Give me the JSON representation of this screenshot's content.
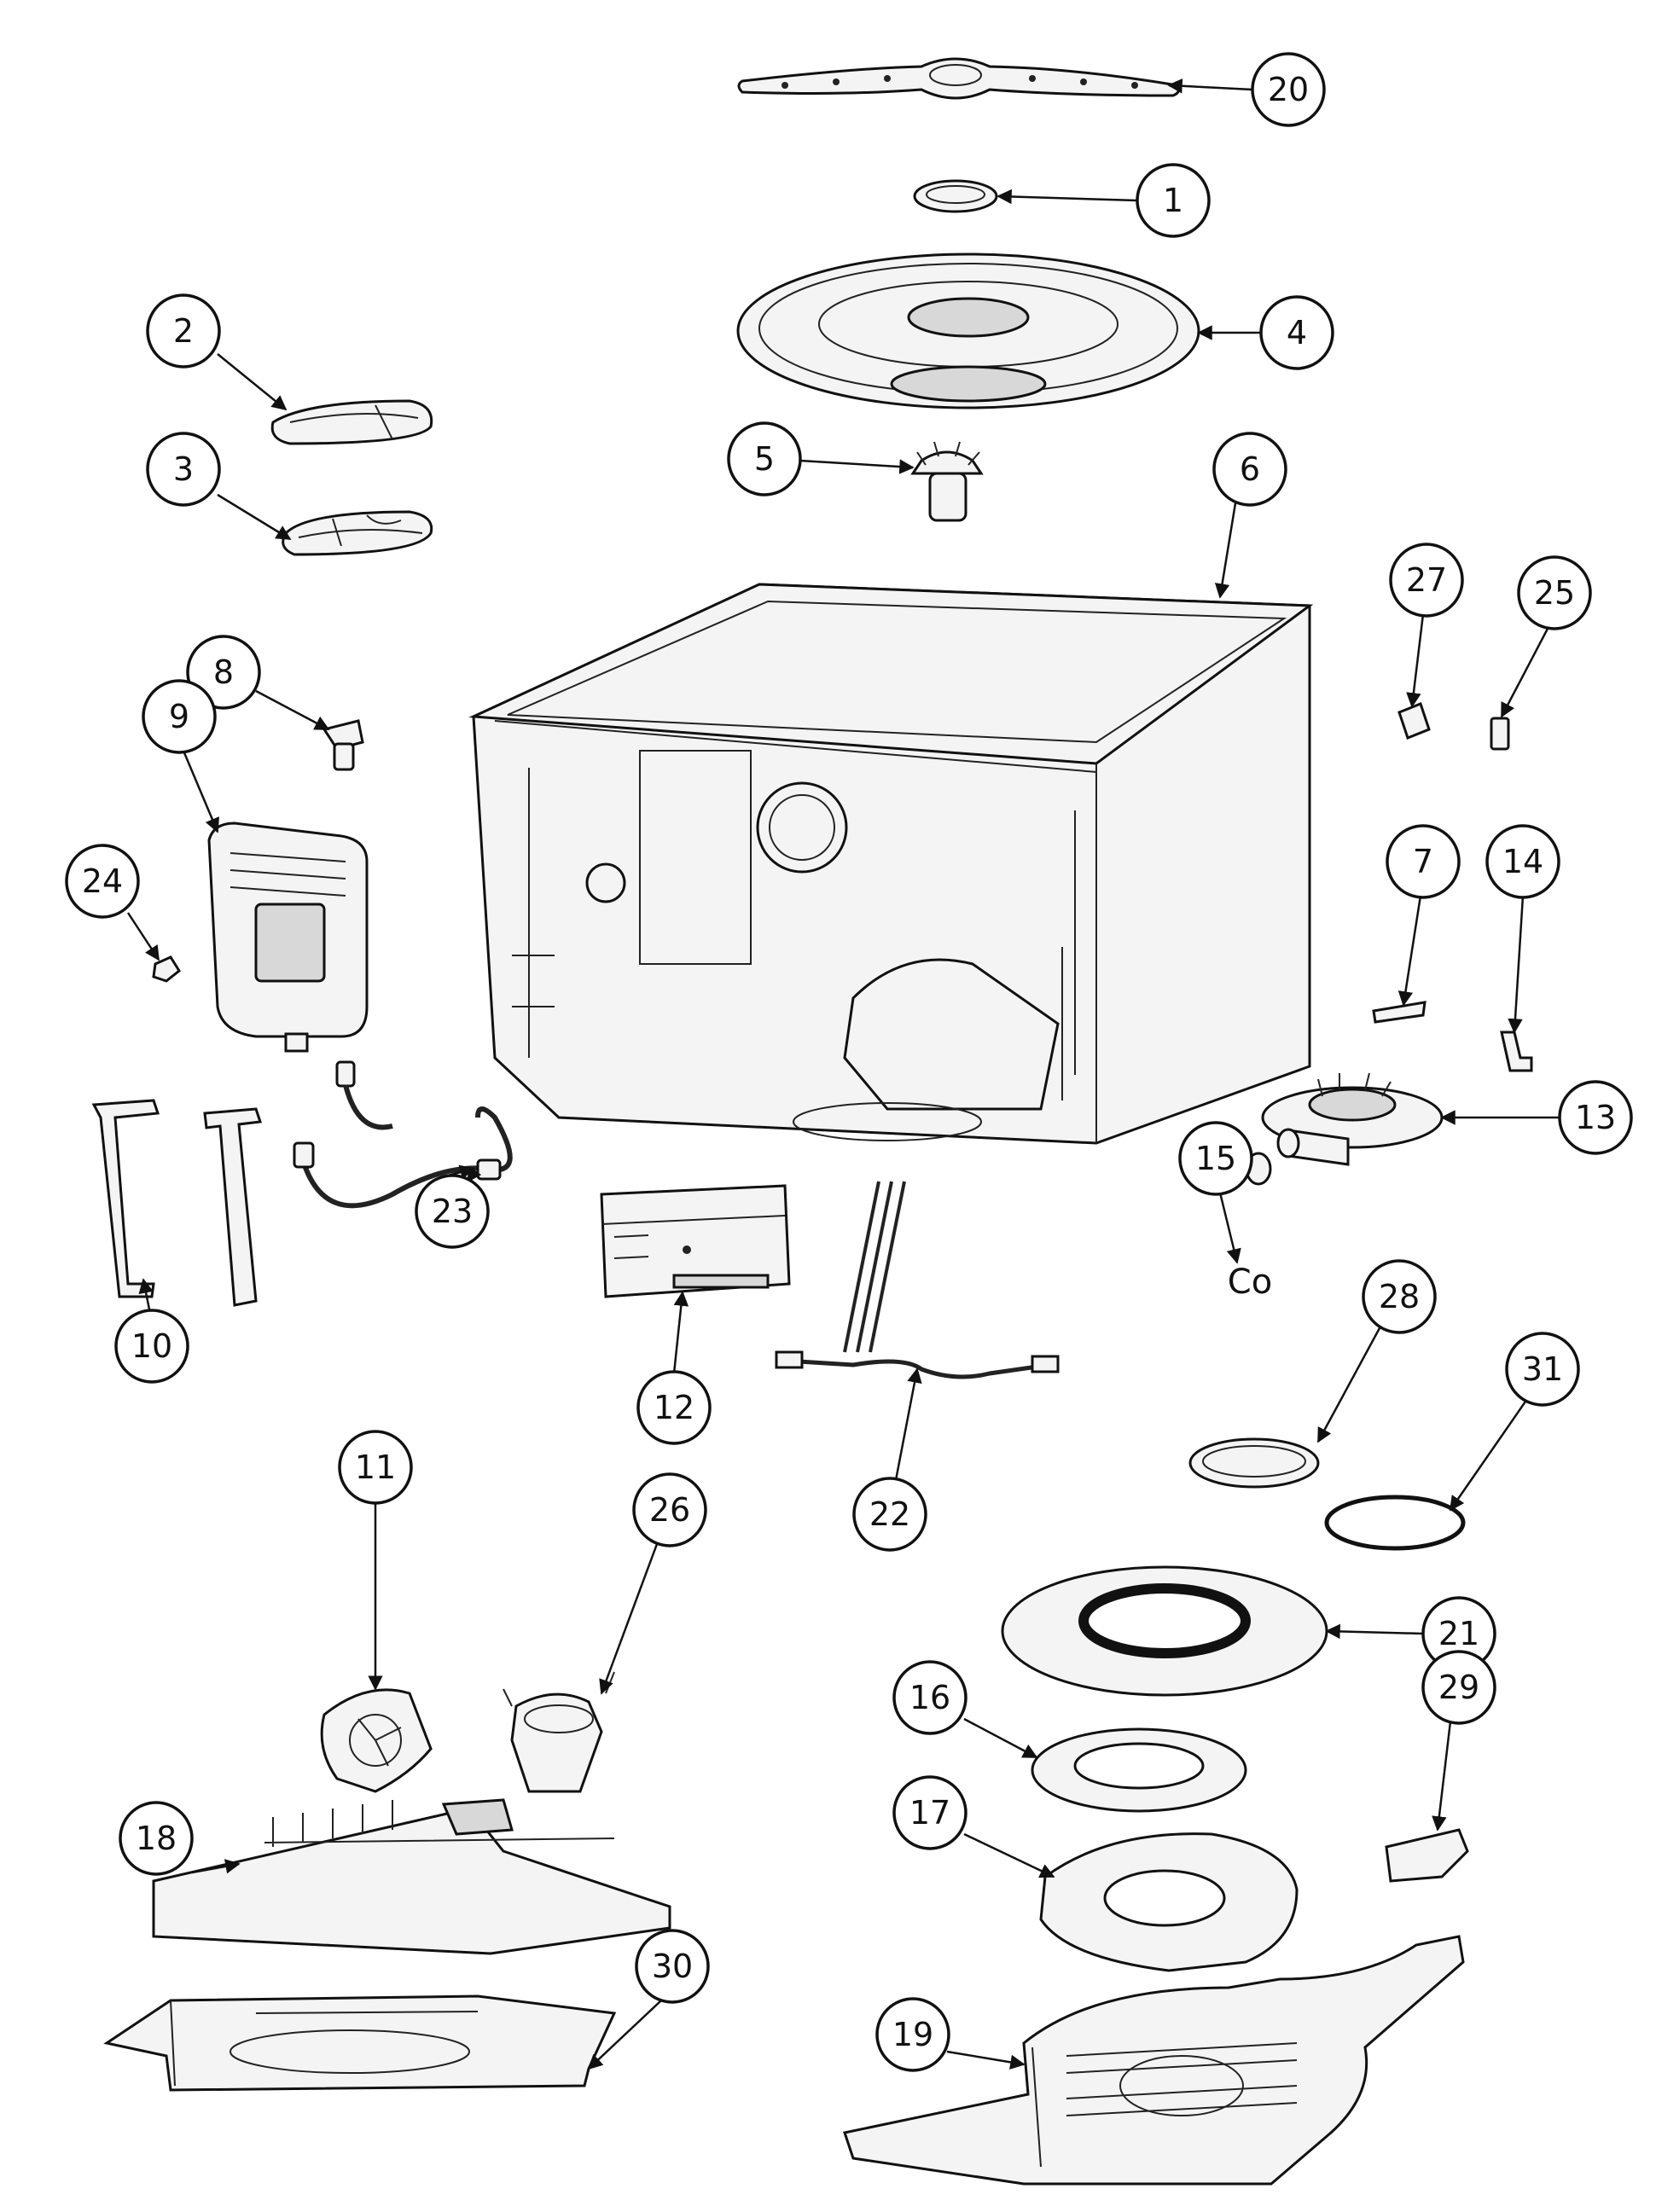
{
  "callouts": [
    {
      "label": "20"
    },
    {
      "label": "1"
    },
    {
      "label": "4"
    },
    {
      "label": "2"
    },
    {
      "label": "3"
    },
    {
      "label": "5"
    },
    {
      "label": "6"
    },
    {
      "label": "27"
    },
    {
      "label": "25"
    },
    {
      "label": "8"
    },
    {
      "label": "9"
    },
    {
      "label": "24"
    },
    {
      "label": "7"
    },
    {
      "label": "14"
    },
    {
      "label": "13"
    },
    {
      "label": "15"
    },
    {
      "label": "23"
    },
    {
      "label": "10"
    },
    {
      "label": "12"
    },
    {
      "label": "28"
    },
    {
      "label": "31"
    },
    {
      "label": "22"
    },
    {
      "label": "11"
    },
    {
      "label": "26"
    },
    {
      "label": "21"
    },
    {
      "label": "16"
    },
    {
      "label": "29"
    },
    {
      "label": "18"
    },
    {
      "label": "17"
    },
    {
      "label": "30"
    },
    {
      "label": "19"
    }
  ],
  "marks": {
    "part_15_text": "Co"
  }
}
